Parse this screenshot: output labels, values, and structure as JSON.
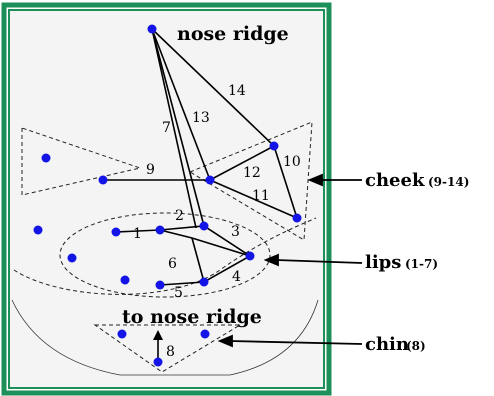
{
  "title": "nose ridge",
  "bottom_label": "to nose ridge",
  "colors": {
    "frame": "#1d8f58",
    "panel": "#f4f4f4",
    "dot": "#1414e6"
  },
  "regions": [
    {
      "name": "cheek",
      "range": "(9-14)"
    },
    {
      "name": "lips",
      "range": "(1-7)"
    },
    {
      "name": "chin",
      "range": "(8)"
    }
  ],
  "segments": [
    "1",
    "2",
    "3",
    "4",
    "5",
    "6",
    "7",
    "8",
    "9",
    "10",
    "11",
    "12",
    "13",
    "14"
  ]
}
